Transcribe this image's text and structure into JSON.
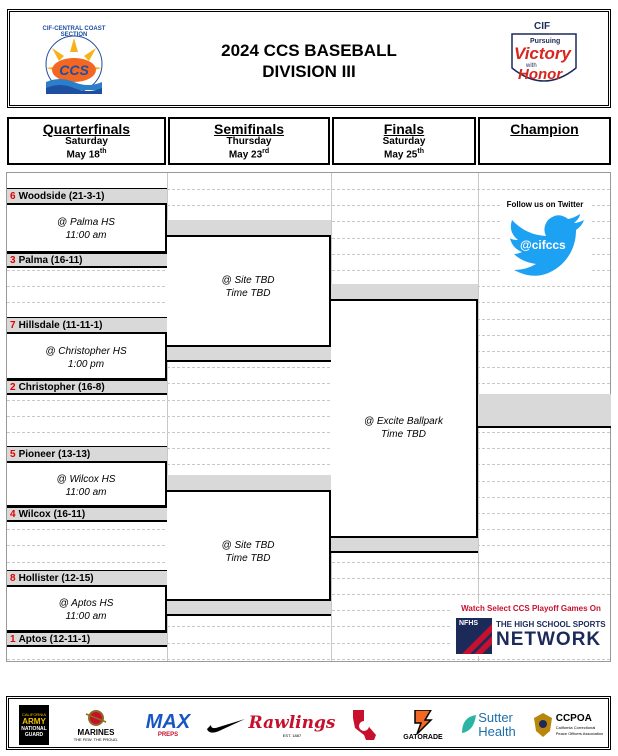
{
  "header": {
    "title_line1": "2024 CCS BASEBALL",
    "title_line2": "DIVISION III",
    "left_logo_text": "CIF-CENTRAL COAST SECTION",
    "left_logo_abbr": "CCS",
    "right_logo_cif": "CIF",
    "right_logo_line1": "Pursuing",
    "right_logo_line2": "Victory",
    "right_logo_line3": "with",
    "right_logo_line4": "Honor"
  },
  "rounds": {
    "quarterfinals": {
      "name": "Quarterfinals",
      "day": "Saturday",
      "date": "May 18",
      "sup": "th"
    },
    "semifinals": {
      "name": "Semifinals",
      "day": "Thursday",
      "date": "May 23",
      "sup": "rd"
    },
    "finals": {
      "name": "Finals",
      "day": "Saturday",
      "date": "May 25",
      "sup": "th"
    },
    "champion": {
      "name": "Champion"
    }
  },
  "quarterfinal_games": [
    {
      "top_seed": "6",
      "top_team": "Woodside (21-3-1)",
      "venue": "@ Palma HS",
      "time": "11:00 am",
      "bottom_seed": "3",
      "bottom_team": "Palma (16-11)"
    },
    {
      "top_seed": "7",
      "top_team": "Hillsdale (11-11-1)",
      "venue": "@ Christopher HS",
      "time": "1:00 pm",
      "bottom_seed": "2",
      "bottom_team": "Christopher (16-8)"
    },
    {
      "top_seed": "5",
      "top_team": "Pioneer (13-13)",
      "venue": "@ Wilcox HS",
      "time": "11:00 am",
      "bottom_seed": "4",
      "bottom_team": "Wilcox (16-11)"
    },
    {
      "top_seed": "8",
      "top_team": "Hollister (12-15)",
      "venue": "@ Aptos HS",
      "time": "11:00 am",
      "bottom_seed": "1",
      "bottom_team": "Aptos (12-11-1)"
    }
  ],
  "semifinal_games": [
    {
      "venue": "@ Site TBD",
      "time": "Time TBD"
    },
    {
      "venue": "@ Site TBD",
      "time": "Time TBD"
    }
  ],
  "final_game": {
    "venue": "@ Excite Ballpark",
    "time": "Time TBD"
  },
  "twitter": {
    "follow": "Follow us on Twitter",
    "handle": "@cifccs"
  },
  "nfhs": {
    "watch": "Watch Select CCS Playoff Games On",
    "abbr": "NFHS",
    "line1": "THE HIGH SCHOOL SPORTS",
    "line2": "NETWORK"
  },
  "sponsors": {
    "army_top": "CALIFORNIA",
    "army_1": "ARMY",
    "army_2": "NATIONAL",
    "army_3": "GUARD",
    "marines": "MARINES",
    "marines_sub": "THE FEW. THE PROUD.",
    "maxpreps": "MAX",
    "maxpreps_sub": "PREPS",
    "rawlings": "Rawlings",
    "rawlings_sub": "EST. 1887",
    "gatorade": "GATORADE",
    "sutter_1": "Sutter",
    "sutter_2": "Health",
    "ccpoa": "CCPOA",
    "ccpoa_sub1": "California Correctional",
    "ccpoa_sub2": "Peace Officers Association"
  },
  "colors": {
    "seed": "#e00000",
    "gray": "#d9d9d9",
    "twitter": "#1da1f2",
    "nfhs_red": "#c8102e",
    "nfhs_navy": "#1c2a5a"
  }
}
